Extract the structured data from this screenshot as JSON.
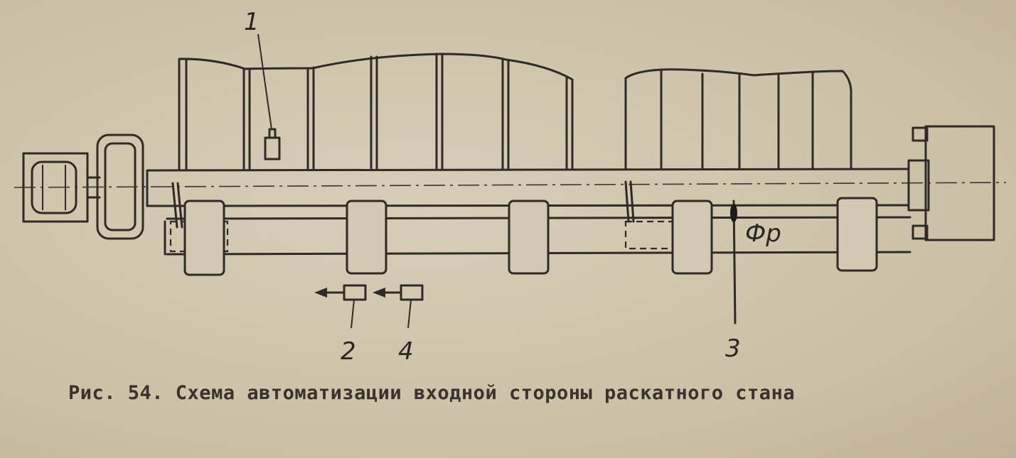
{
  "caption": "Рис. 54. Схема автоматизации входной стороны раскатного стана",
  "labels": {
    "l1": "1",
    "l2": "2",
    "l3": "3",
    "l4": "4",
    "phi": "Фр"
  }
}
